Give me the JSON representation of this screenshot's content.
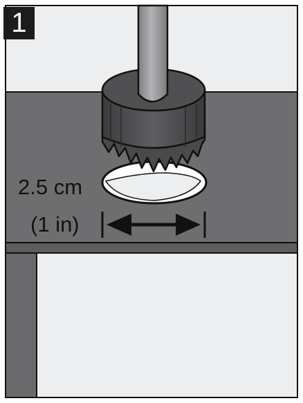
{
  "step": {
    "number": "1"
  },
  "measurement": {
    "metric": "2.5 cm",
    "imperial": "(1 in)"
  },
  "colors": {
    "wall": "#eceeef",
    "board": "#6e6e70",
    "board_edge": "#5a5a5c",
    "saw_body": "#4d4d4f",
    "shaft": "#9b9b9d",
    "outline": "#111111"
  },
  "icons": {
    "hole_saw": "hole-saw-icon",
    "dimension_arrow": "double-arrow-icon"
  }
}
